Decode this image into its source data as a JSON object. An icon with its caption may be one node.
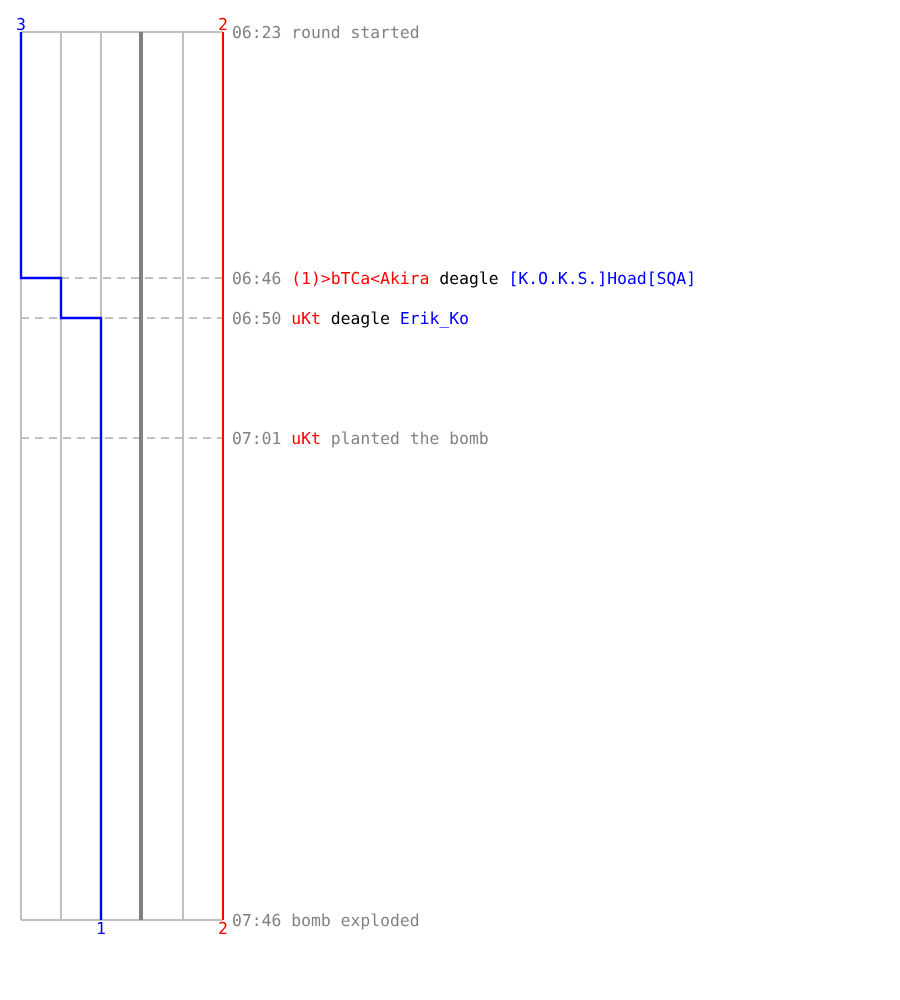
{
  "diagram": {
    "labels": [
      "3",
      "2",
      "06:23",
      "round started",
      "06:46",
      "(1)>bTCa<Akira",
      "deagle",
      "[K.O.K.S.]Hoad[SQA]",
      "06:50",
      "uKt",
      "deagle",
      "Erik_Ko",
      "07:01",
      "uKt",
      "planted the bomb",
      "1",
      "2",
      "07:46",
      "bomb exploded"
    ]
  }
}
